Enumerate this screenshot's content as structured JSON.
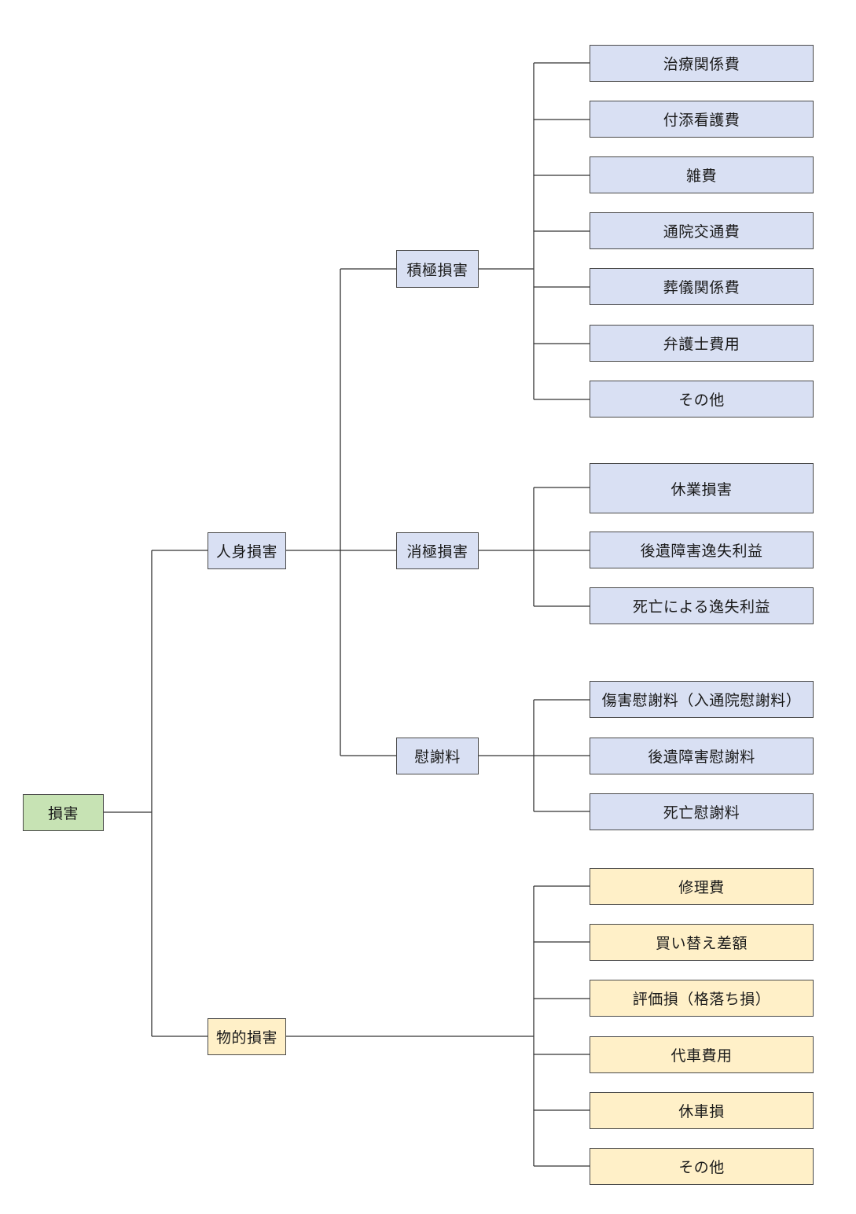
{
  "root": {
    "label": "損害",
    "color": "#c7e3b4"
  },
  "categories": {
    "personal": {
      "label": "人身損害",
      "color": "#d9e0f3"
    },
    "property": {
      "label": "物的損害",
      "color": "#fff0c8"
    }
  },
  "subcategories": {
    "active": {
      "label": "積極損害"
    },
    "passive": {
      "label": "消極損害"
    },
    "consolation": {
      "label": "慰謝料"
    }
  },
  "leaves": {
    "active": [
      "治療関係費",
      "付添看護費",
      "雑費",
      "通院交通費",
      "葬儀関係費",
      "弁護士費用",
      "その他"
    ],
    "passive": [
      "休業損害",
      "後遺障害逸失利益",
      "死亡による逸失利益"
    ],
    "consolation": [
      "傷害慰謝料（入通院慰謝料）",
      "後遺障害慰謝料",
      "死亡慰謝料"
    ],
    "property": [
      "修理費",
      "買い替え差額",
      "評価損（格落ち損）",
      "代車費用",
      "休車損",
      "その他"
    ]
  },
  "line_color": "#333333"
}
